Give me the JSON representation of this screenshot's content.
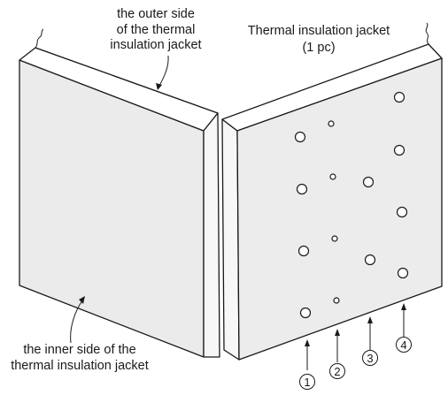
{
  "title": "Thermal insulation jacket",
  "quantity": "(1 pc)",
  "labels": {
    "outer_side": [
      "the outer side",
      "of the thermal",
      "insulation jacket"
    ],
    "inner_side": [
      "the inner side of the",
      "thermal insulation jacket"
    ]
  },
  "markers": [
    "1",
    "2",
    "3",
    "4"
  ],
  "colors": {
    "panel_fill": "#ebebeb",
    "line": "#1a1a1a",
    "hole_fill": "#ffffff"
  },
  "icons": [
    "arrow-icon",
    "circled-number-icon",
    "break-squiggle-icon"
  ]
}
